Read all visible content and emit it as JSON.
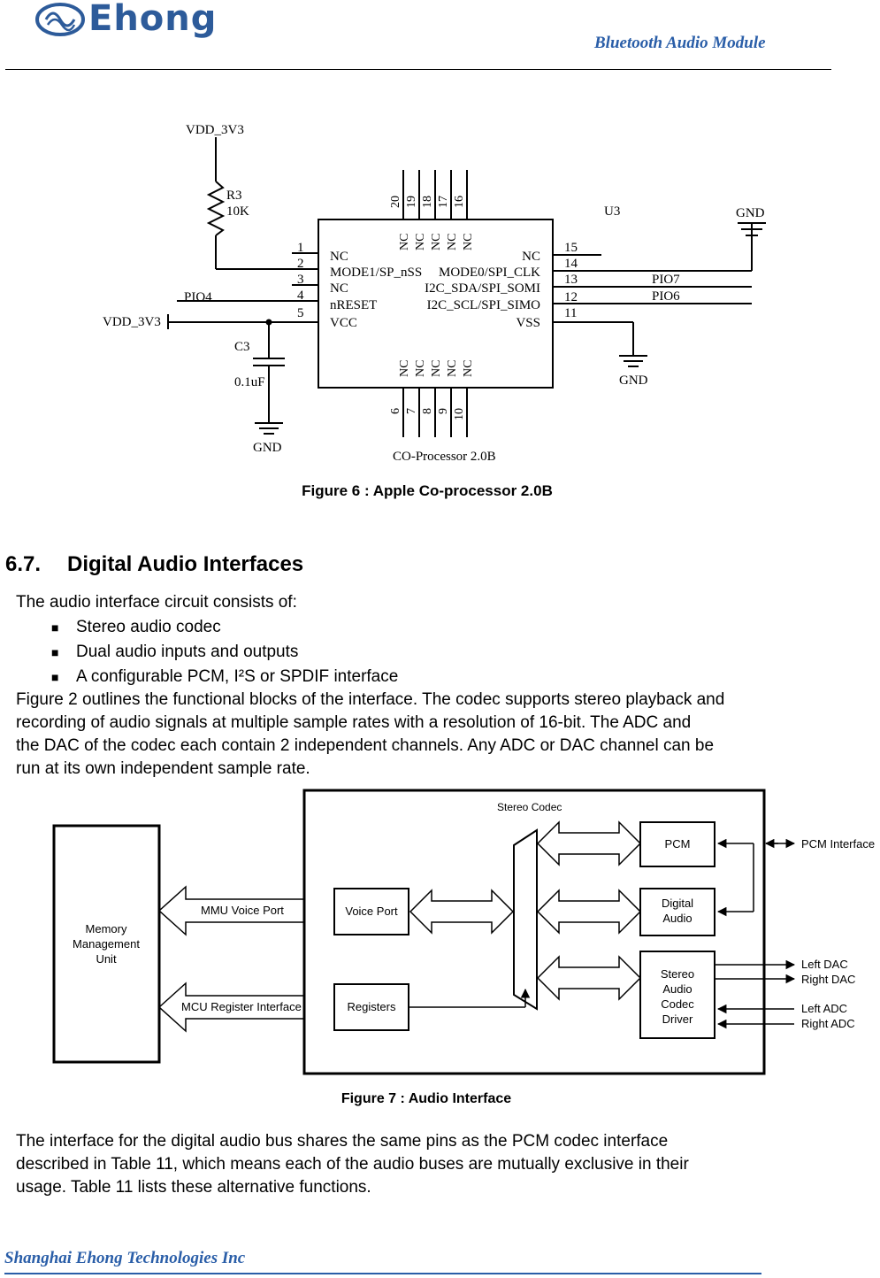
{
  "header": {
    "brand": "Ehong",
    "title": "Bluetooth Audio Module"
  },
  "figure6": {
    "caption": "Figure 6 : Apple Co-processor 2.0B",
    "labels": {
      "vdd_top": "VDD_3V3",
      "r3": "R3",
      "r3_val": "10K",
      "u3": "U3",
      "gnd_right": "GND",
      "pio4": "PIO4",
      "vdd_left": "VDD_3V3",
      "c3": "C3",
      "c3_val": "0.1uF",
      "gnd_bottom_left": "GND",
      "gnd_bottom_right": "GND",
      "pio7": "PIO7",
      "pio6": "PIO6",
      "chip_name": "CO-Processor 2.0B"
    },
    "left_pins": [
      {
        "num": "1",
        "name": "NC"
      },
      {
        "num": "2",
        "name": "MODE1/SP_nSS"
      },
      {
        "num": "3",
        "name": "NC"
      },
      {
        "num": "4",
        "name": "nRESET"
      },
      {
        "num": "5",
        "name": "VCC"
      }
    ],
    "right_pins": [
      {
        "num": "15",
        "name": "NC"
      },
      {
        "num": "14",
        "name": "MODE0/SPI_CLK"
      },
      {
        "num": "13",
        "name": "I2C_SDA/SPI_SOMI"
      },
      {
        "num": "12",
        "name": "I2C_SCL/SPI_SIMO"
      },
      {
        "num": "11",
        "name": "VSS"
      }
    ],
    "top_pins": [
      "20",
      "19",
      "18",
      "17",
      "16"
    ],
    "bottom_pins": [
      "6",
      "7",
      "8",
      "9",
      "10"
    ],
    "nc_label": "NC"
  },
  "section": {
    "number": "6.7.",
    "title": "Digital Audio Interfaces",
    "intro": "The audio interface circuit  consists of:",
    "bullets": [
      "Stereo  audio codec",
      "Dual  audio inputs and outputs",
      "A  configurable PCM, I²S or SPDIF  interface"
    ],
    "para_lines": [
      "Figure 2 outlines the functional blocks of the interface. The codec supports stereo playback and",
      "recording of audio signals at multiple  sample rates with a resolution of 16-bit.  The ADC and",
      "the DAC of the codec each contain  2 independent channels. Any ADC  or DAC channel can be",
      "run at its own independent  sample rate."
    ]
  },
  "figure7": {
    "caption": "Figure 7 : Audio Interface",
    "labels": {
      "mmu_line1": "Memory",
      "mmu_line2": "Management",
      "mmu_line3": "Unit",
      "mmu_voice_port": "MMU Voice Port",
      "mcu_register": "MCU Register Interface",
      "voice_port": "Voice Port",
      "registers": "Registers",
      "stereo_codec": "Stereo Codec",
      "pcm": "PCM",
      "digital_line1": "Digital",
      "digital_line2": "Audio",
      "driver_line1": "Stereo",
      "driver_line2": "Audio",
      "driver_line3": "Codec",
      "driver_line4": "Driver",
      "pcm_interface": "PCM Interface",
      "left_dac": "Left DAC",
      "right_dac": "Right DAC",
      "left_adc": "Left ADC",
      "right_adc": "Right ADC"
    }
  },
  "closing_lines": [
    "The interface for the digital  audio bus shares the same pins as the  PCM codec interface",
    "described in Table  11, which means each of the audio buses  are mutually exclusive in their",
    "usage. Table 11 lists  these alternative functions."
  ],
  "footer": {
    "company": "Shanghai Ehong Technologies Inc"
  }
}
